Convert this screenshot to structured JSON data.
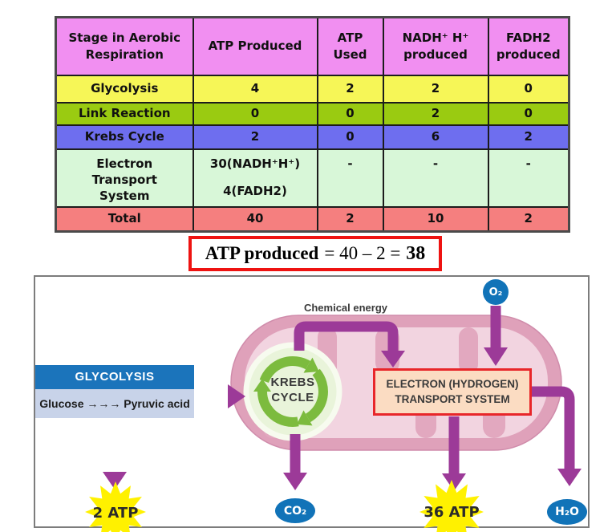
{
  "table": {
    "headers": [
      "Stage in Aerobic Respiration",
      "ATP Produced",
      "ATP Used",
      "NADH⁺ H⁺ produced",
      "FADH2 produced"
    ],
    "rows": [
      {
        "label": "Glycolysis",
        "values": [
          "4",
          "2",
          "2",
          "0"
        ]
      },
      {
        "label": "Link Reaction",
        "values": [
          "0",
          "0",
          "2",
          "0"
        ]
      },
      {
        "label": "Krebs Cycle",
        "values": [
          "2",
          "0",
          "6",
          "2"
        ]
      },
      {
        "label": "Electron Transport System",
        "values": [
          "30(NADH⁺H⁺)",
          "-",
          "-",
          "-"
        ],
        "extra": "4(FADH2)"
      },
      {
        "label": "Total",
        "values": [
          "40",
          "2",
          "10",
          "2"
        ]
      }
    ]
  },
  "formula": {
    "lhs": "ATP produced",
    "mid": "= 40 – 2 =",
    "result": "38"
  },
  "diagram": {
    "chemical_energy_label": "Chemical energy",
    "glycolysis": {
      "title": "GLYCOLYSIS",
      "reaction": "Glucose →→→ Pyruvic acid"
    },
    "krebs": {
      "line1": "KREBS",
      "line2": "CYCLE"
    },
    "ets_label": "ELECTRON (HYDROGEN) TRANSPORT SYSTEM",
    "o2": "O₂",
    "co2": "CO₂",
    "h2o": "H₂O",
    "glycolysis_atp": "2 ATP",
    "ets_atp": "36 ATP"
  },
  "colors": {
    "header-pink": "#F18FF1",
    "row-yellow": "#F6F657",
    "row-green": "#9ACB11",
    "row-blue": "#6E6EEF",
    "row-pale-green": "#D8F7D8",
    "row-salmon": "#F57F7F",
    "formula-red": "#EE1311",
    "purple": "#9C3A98",
    "chem-blue": "#1173B8",
    "glycolysis-blue": "#1B74BB",
    "glycolysis-body": "#C8D3E9",
    "mito-outer": "#DFA1BA",
    "mito-inner": "#F2D4E0",
    "krebs-green": "#7CBB3E",
    "krebs-bg": "#E9F4DA",
    "ets-bg": "#FBDCC2",
    "ets-border": "#E8262A",
    "star-yellow": "#FFF100"
  }
}
